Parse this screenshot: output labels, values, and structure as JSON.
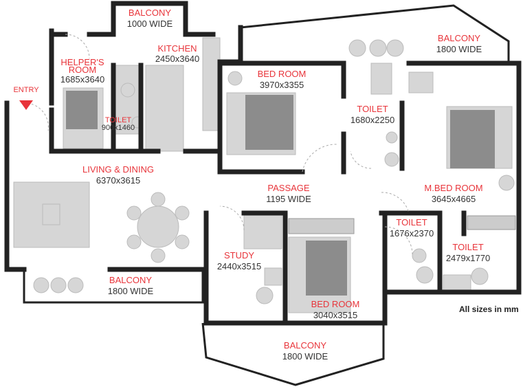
{
  "rooms": [
    {
      "id": "balcony-top",
      "name": "BALCONY",
      "size": "1000 WIDE"
    },
    {
      "id": "kitchen",
      "name": "KITCHEN",
      "size": "2450x3640"
    },
    {
      "id": "helpers-room",
      "name": "HELPER'S",
      "name2": "ROOM",
      "size": "1685x3640"
    },
    {
      "id": "helper-toilet",
      "name": "TOILET",
      "size": "900x1460"
    },
    {
      "id": "bed-room-1",
      "name": "BED ROOM",
      "size": "3970x3355"
    },
    {
      "id": "balcony-master",
      "name": "BALCONY",
      "size": "1800 WIDE"
    },
    {
      "id": "toilet-bed1",
      "name": "TOILET",
      "size": "1680x2250"
    },
    {
      "id": "living-dining",
      "name": "LIVING & DINING",
      "size": "6370x3615"
    },
    {
      "id": "passage",
      "name": "PASSAGE",
      "size": "1195 WIDE"
    },
    {
      "id": "master-bed-room",
      "name": "M.BED ROOM",
      "size": "3645x4665"
    },
    {
      "id": "toilet-2",
      "name": "TOILET",
      "size": "1676x2370"
    },
    {
      "id": "toilet-master",
      "name": "TOILET",
      "size": "2479x1770"
    },
    {
      "id": "study",
      "name": "STUDY",
      "size": "2440x3515"
    },
    {
      "id": "bed-room-2",
      "name": "BED ROOM",
      "size": "3040x3515"
    },
    {
      "id": "balcony-living",
      "name": "BALCONY",
      "size": "1800 WIDE"
    },
    {
      "id": "balcony-bottom",
      "name": "BALCONY",
      "size": "1800 WIDE"
    }
  ],
  "entry_label": "ENTRY",
  "note": "All sizes in mm",
  "colors": {
    "room_name": "#e8343a",
    "wall": "#222222",
    "furniture": "#d6d6d6",
    "entry_marker": "#e8343a"
  }
}
